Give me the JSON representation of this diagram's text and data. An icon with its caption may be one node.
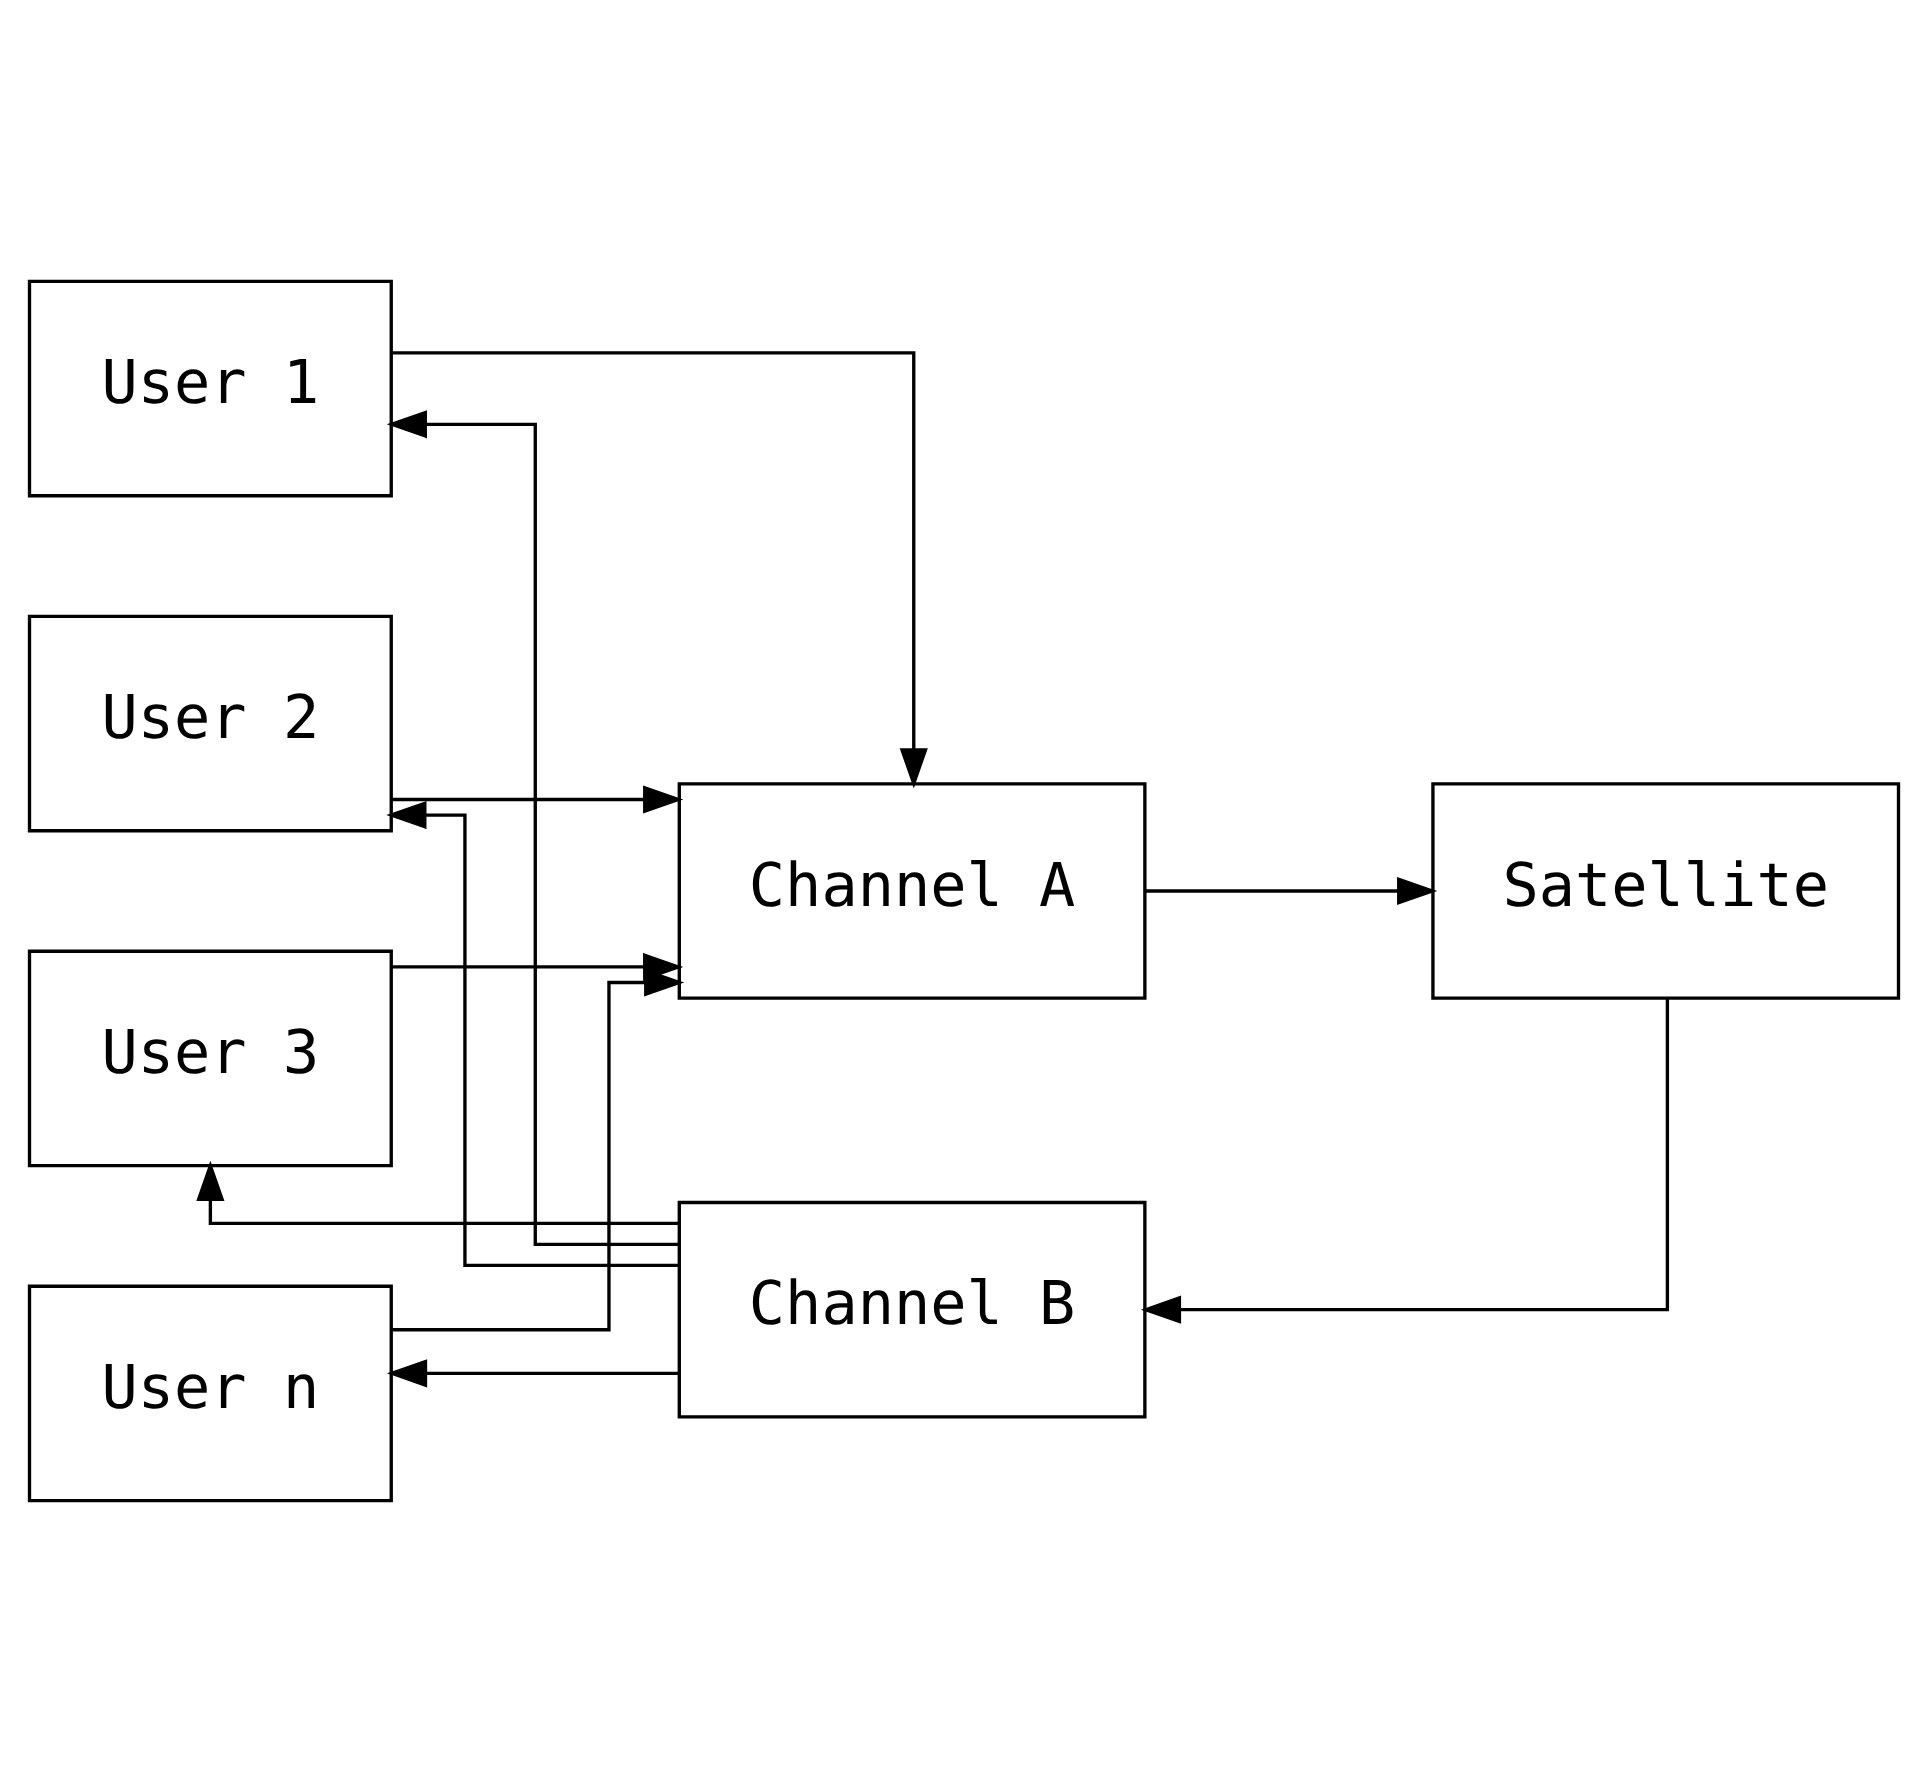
{
  "diagram": {
    "nodes": [
      {
        "text": [
          "User 1"
        ]
      },
      {
        "text": [
          "User 2"
        ]
      },
      {
        "text": [
          "User 3"
        ]
      },
      {
        "text": [
          "User n"
        ]
      },
      {
        "text": [
          "Channel A"
        ]
      },
      {
        "text": [
          "Channel B"
        ]
      },
      {
        "text": [
          "Satellite"
        ]
      }
    ],
    "edges": [
      {
        "from": 0,
        "to": 4,
        "arrow": "to"
      },
      {
        "from": 1,
        "to": 4,
        "arrow": "to"
      },
      {
        "from": 2,
        "to": 4,
        "arrow": "to"
      },
      {
        "from": 3,
        "to": 4,
        "arrow": "to"
      },
      {
        "from": 4,
        "to": 6,
        "arrow": "to"
      },
      {
        "from": 6,
        "to": 5,
        "arrow": "to"
      },
      {
        "from": 5,
        "to": 0,
        "arrow": "to"
      },
      {
        "from": 5,
        "to": 1,
        "arrow": "to"
      },
      {
        "from": 5,
        "to": 2,
        "arrow": "to"
      },
      {
        "from": 5,
        "to": 3,
        "arrow": "to"
      }
    ]
  }
}
